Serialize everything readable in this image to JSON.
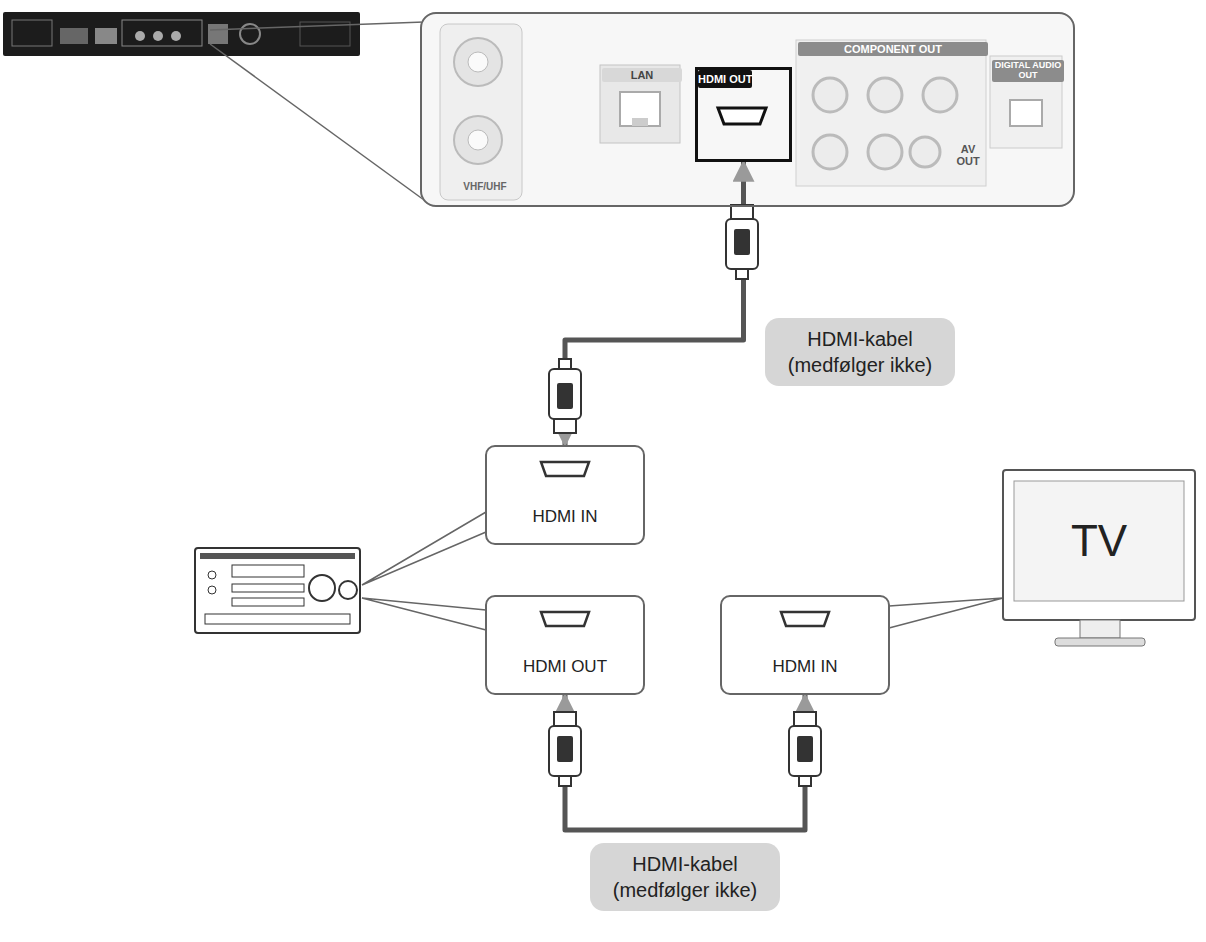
{
  "diagram": {
    "nodes": [
      {
        "text": [
          "VHF/UHF",
          "LAN",
          "COMPONENT OUT",
          "AV OUT",
          "DIGITAL AUDIO OUT"
        ]
      },
      {
        "text": [
          "HDMI OUT"
        ],
        "in": 0
      },
      {
        "text": [
          "HDMI IN"
        ]
      },
      {
        "text": [
          "HDMI OUT"
        ]
      },
      {
        "text": [
          "HDMI IN"
        ]
      },
      {
        "text": [
          "TV"
        ]
      }
    ],
    "edges": [
      {
        "from": 1,
        "to": 2,
        "arrow": "both",
        "label": "HDMI-kabel (medfølger ikke)"
      },
      {
        "from": 3,
        "to": 4,
        "arrow": "both",
        "label": "HDMI-kabel (medfølger ikke)"
      }
    ]
  }
}
